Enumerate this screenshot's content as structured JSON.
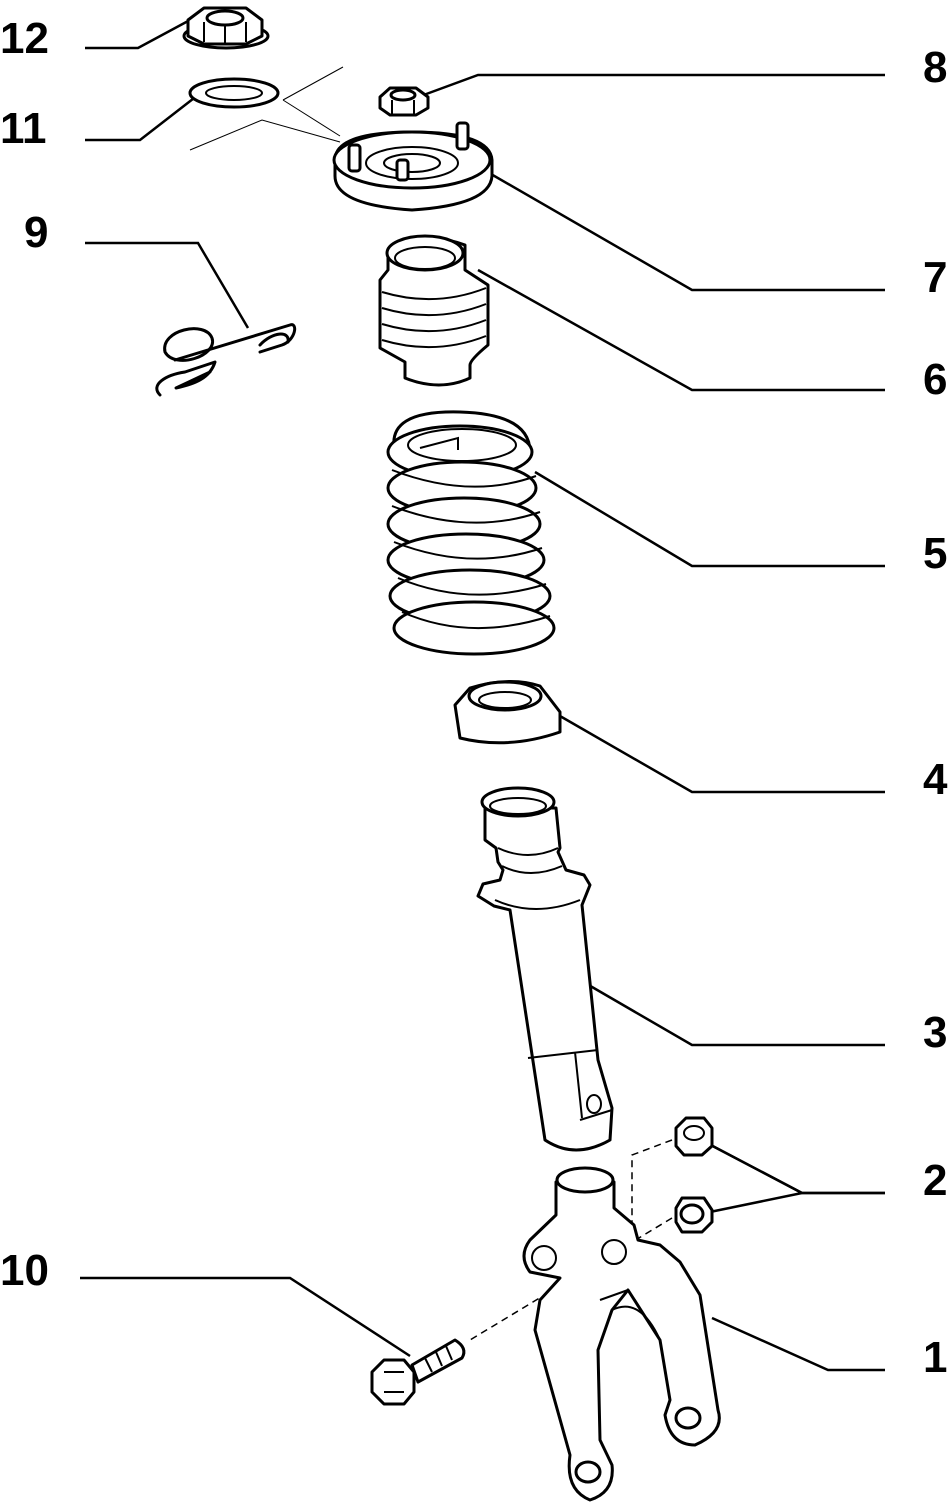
{
  "diagram": {
    "callouts": [
      {
        "id": "12",
        "label": "12"
      },
      {
        "id": "11",
        "label": "11"
      },
      {
        "id": "9",
        "label": "9"
      },
      {
        "id": "8",
        "label": "8"
      },
      {
        "id": "7",
        "label": "7"
      },
      {
        "id": "6",
        "label": "6"
      },
      {
        "id": "5",
        "label": "5"
      },
      {
        "id": "4",
        "label": "4"
      },
      {
        "id": "3",
        "label": "3"
      },
      {
        "id": "2",
        "label": "2"
      },
      {
        "id": "10",
        "label": "10"
      },
      {
        "id": "1",
        "label": "1"
      }
    ]
  }
}
